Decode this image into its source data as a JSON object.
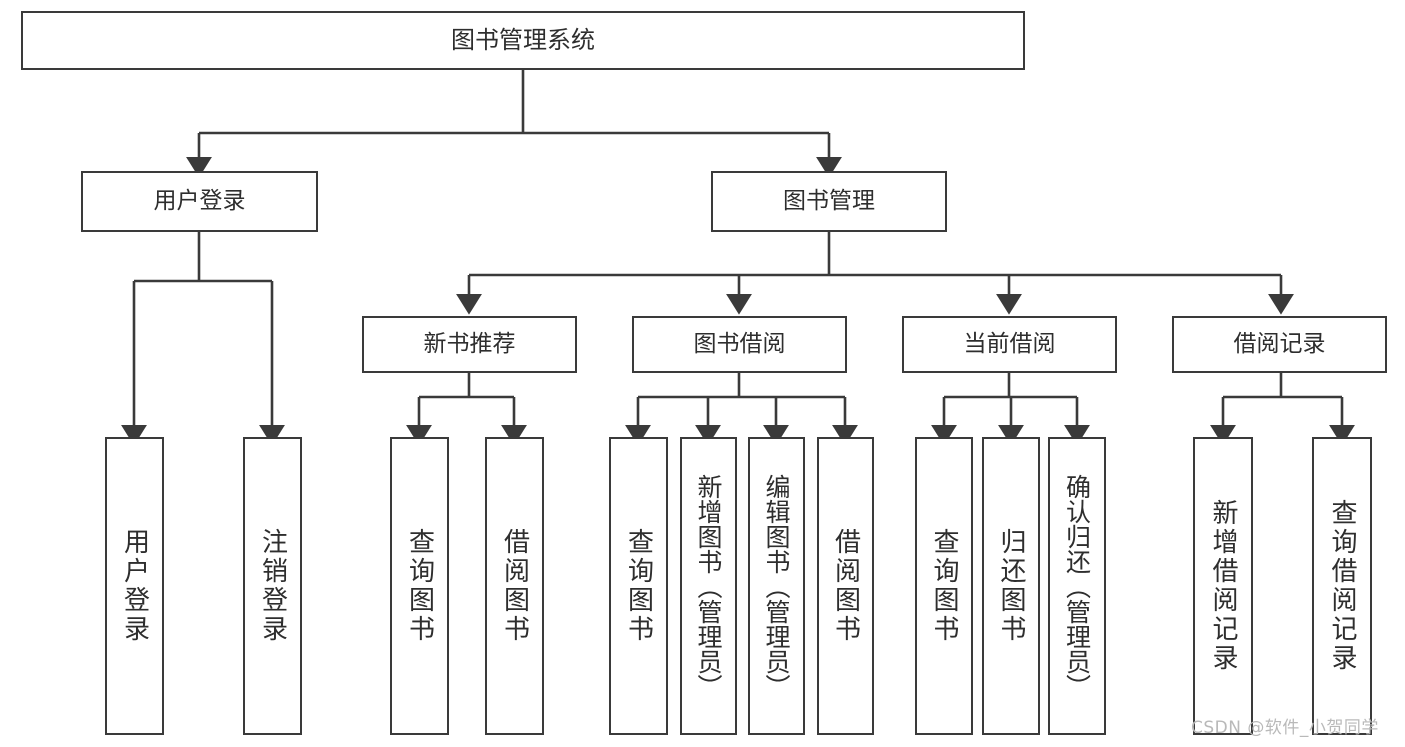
{
  "diagram": {
    "type": "hierarchy-tree",
    "title": "图书管理系统",
    "root": {
      "id": "root",
      "label": "图书管理系统"
    },
    "level1": [
      {
        "id": "user-login",
        "label": "用户登录"
      },
      {
        "id": "book-management",
        "label": "图书管理"
      }
    ],
    "level2": [
      {
        "id": "new-book-recommend",
        "label": "新书推荐",
        "parent": "book-management"
      },
      {
        "id": "book-borrow",
        "label": "图书借阅",
        "parent": "book-management"
      },
      {
        "id": "current-borrow",
        "label": "当前借阅",
        "parent": "book-management"
      },
      {
        "id": "borrow-record",
        "label": "借阅记录",
        "parent": "book-management"
      }
    ],
    "leaves": [
      {
        "id": "leaf-user-login",
        "label": "用户登录",
        "parent": "user-login"
      },
      {
        "id": "leaf-logout",
        "label": "注销登录",
        "parent": "user-login"
      },
      {
        "id": "leaf-query-book-1",
        "label": "查询图书",
        "parent": "new-book-recommend"
      },
      {
        "id": "leaf-borrow-book-1",
        "label": "借阅图书",
        "parent": "new-book-recommend"
      },
      {
        "id": "leaf-query-book-2",
        "label": "查询图书",
        "parent": "book-borrow"
      },
      {
        "id": "leaf-add-book",
        "label": "新增图书（管理员）",
        "parent": "book-borrow"
      },
      {
        "id": "leaf-edit-book",
        "label": "编辑图书（管理员）",
        "parent": "book-borrow"
      },
      {
        "id": "leaf-borrow-book-2",
        "label": "借阅图书",
        "parent": "book-borrow"
      },
      {
        "id": "leaf-query-book-3",
        "label": "查询图书",
        "parent": "current-borrow"
      },
      {
        "id": "leaf-return-book",
        "label": "归还图书",
        "parent": "current-borrow"
      },
      {
        "id": "leaf-confirm-return",
        "label": "确认归还（管理员）",
        "parent": "current-borrow"
      },
      {
        "id": "leaf-add-record",
        "label": "新增借阅记录",
        "parent": "borrow-record"
      },
      {
        "id": "leaf-query-record",
        "label": "查询借阅记录",
        "parent": "borrow-record"
      }
    ],
    "colors": {
      "stroke": "#3a3a3a",
      "text": "#2e2e2e",
      "background": "#ffffff",
      "watermark": "#b9b9b9"
    }
  },
  "watermark": {
    "text": "CSDN @软件_小贺同学"
  }
}
